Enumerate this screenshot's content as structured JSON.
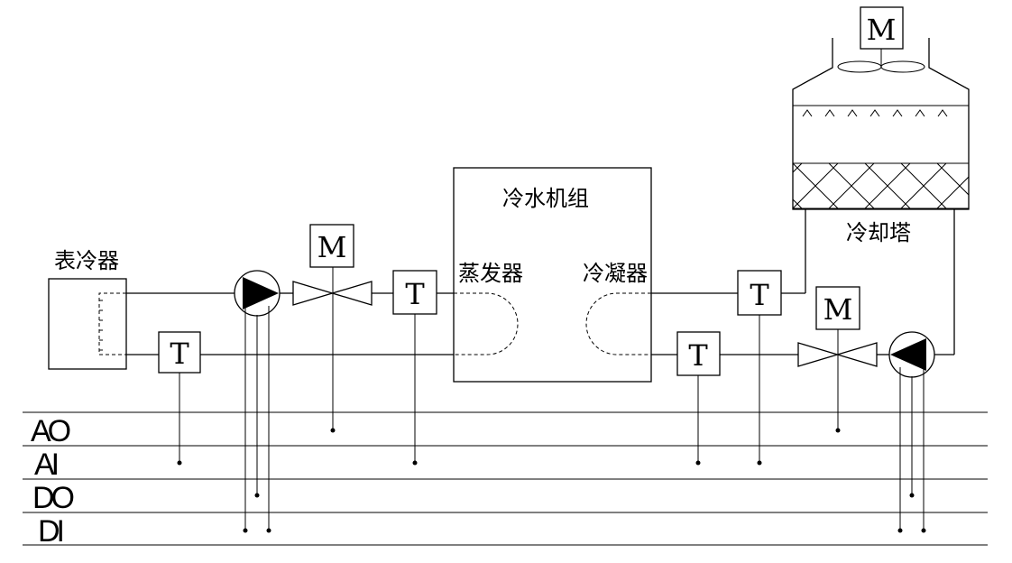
{
  "labels": {
    "air_cooler": "表冷器",
    "chiller": "冷水机组",
    "evaporator": "蒸发器",
    "condenser": "冷凝器",
    "cooling_tower": "冷却塔"
  },
  "symbols": {
    "motor": "M",
    "temp_sensor": "T"
  },
  "buses": [
    "AO",
    "AI",
    "DO",
    "DI"
  ]
}
